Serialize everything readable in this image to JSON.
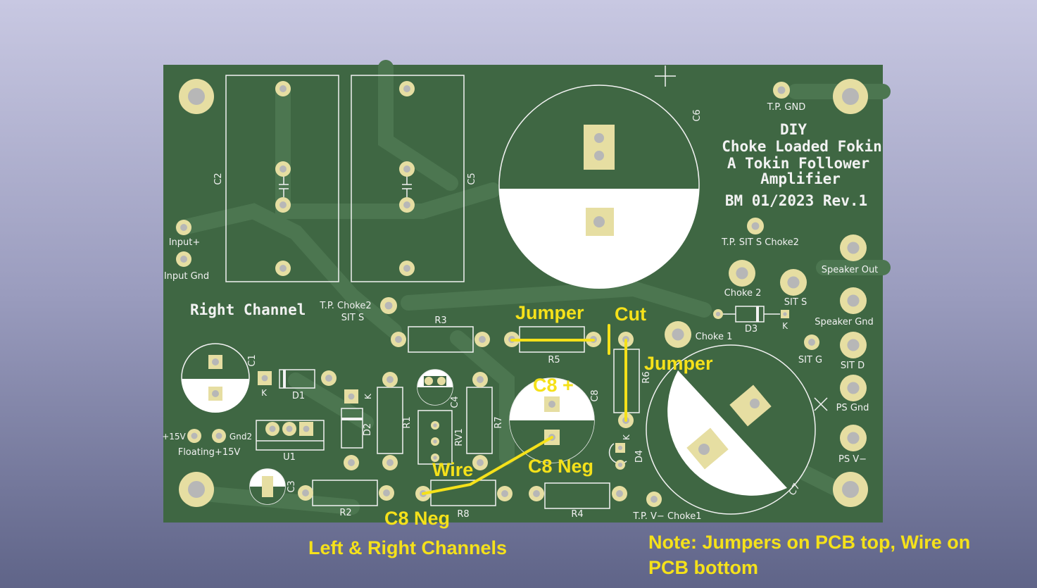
{
  "board": {
    "title_lines": [
      "DIY",
      "Choke Loaded Fokin",
      "A Tokin Follower",
      "Amplifier"
    ],
    "revision": "BM 01/2023 Rev.1",
    "channel": "Right Channel"
  },
  "refs": {
    "C1": "C1",
    "C2": "C2",
    "C3": "C3",
    "C4": "C4",
    "C5": "C5",
    "C6": "C6",
    "C7": "C7",
    "C8": "C8",
    "R1": "R1",
    "R2": "R2",
    "R3": "R3",
    "R4": "R4",
    "R5": "R5",
    "R6": "R6",
    "R7": "R7",
    "R8": "R8",
    "D1": "D1",
    "D2": "D2",
    "D3": "D3",
    "D4": "D4",
    "U1": "U1",
    "RV1": "RV1",
    "K": "K"
  },
  "pad_labels": {
    "tp_gnd": "T.P. GND",
    "tp_sit_s_choke2": "T.P. SIT S Choke2",
    "speaker_out": "Speaker Out",
    "choke2": "Choke 2",
    "sit_s": "SIT S",
    "speaker_gnd": "Speaker Gnd",
    "choke1": "Choke 1",
    "sit_g": "SIT G",
    "sit_d": "SIT D",
    "ps_gnd": "PS Gnd",
    "ps_vminus": "PS V−",
    "input_plus": "Input+",
    "input_gnd": "Input Gnd",
    "tp_choke2": "T.P. Choke2",
    "tp_choke2_sub": "SIT S",
    "plus15v": "+15V",
    "gnd2": "Gnd2",
    "floating": "Floating+15V",
    "tp_vminus_choke1": "T.P. V− Choke1"
  },
  "annotations": {
    "jumper_top": "Jumper",
    "cut": "Cut",
    "jumper_right": "Jumper",
    "c8_plus": "C8 +",
    "wire": "Wire",
    "c8_neg_right": "C8 Neg",
    "c8_neg_bottom": "C8 Neg",
    "left_right_channels": "Left & Right Channels",
    "note_line1": "Note: Jumpers on PCB top, Wire on",
    "note_line2": "PCB bottom"
  },
  "colors": {
    "pcb": "#3f6743",
    "copper_pad": "#e6dea2",
    "silkscreen": "#f2f2f2",
    "annotation": "#f5e11a"
  }
}
